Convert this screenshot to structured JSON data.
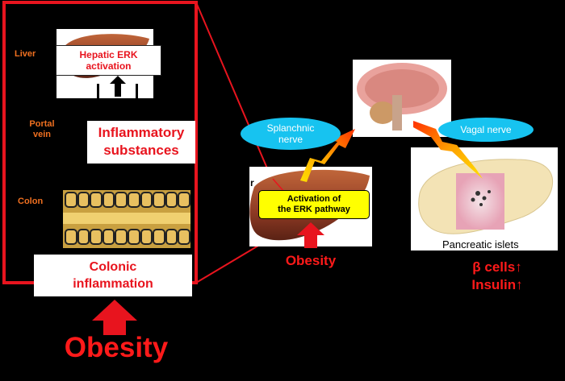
{
  "left_panel": {
    "liver_label": "Liver",
    "liver_box": "Hepatic ERK activation",
    "portal_label_line1": "Portal",
    "portal_label_line2": "vein",
    "inflammatory_line1": "Inflammatory",
    "inflammatory_line2": "substances",
    "colon_label": "Colon",
    "colonic_line1": "Colonic",
    "colonic_line2": "inflammation",
    "obesity": "Obesity"
  },
  "right_panel": {
    "splanchnic_line1": "Splanchnic",
    "splanchnic_line2": "nerve",
    "vagal": "Vagal nerve",
    "liver_fragment": "r",
    "erk_line1": "Activation of",
    "erk_line2": "the ERK pathway",
    "obesity": "Obesity",
    "pancreatic": "Pancreatic islets",
    "beta_line1": "β cells↑",
    "beta_line2": "Insulin↑"
  },
  "colors": {
    "frame_red": "#e8141e",
    "label_orange": "#f07020",
    "nerve_cyan": "#17c3f0",
    "erk_yellow": "#ffff00"
  }
}
